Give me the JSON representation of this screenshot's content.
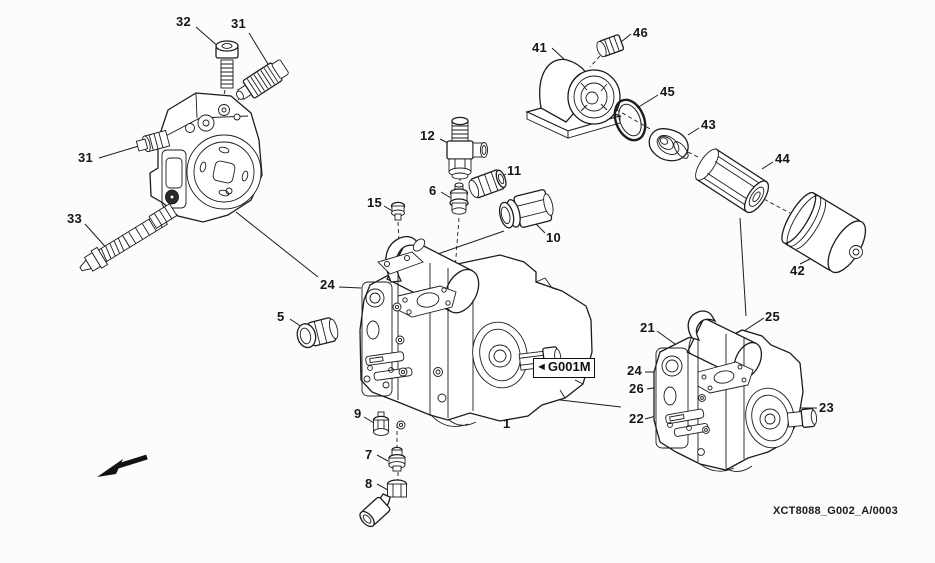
{
  "figure": {
    "view_tag": {
      "arrow": "◄",
      "label": "G001M"
    },
    "reference_code": "XCT8088_G002_A/0003",
    "callouts": [
      {
        "label": "32"
      },
      {
        "label": "31"
      },
      {
        "label": "41"
      },
      {
        "label": "46"
      },
      {
        "label": "45"
      },
      {
        "label": "43"
      },
      {
        "label": "12"
      },
      {
        "label": "44"
      },
      {
        "label": "31"
      },
      {
        "label": "11"
      },
      {
        "label": "6"
      },
      {
        "label": "15"
      },
      {
        "label": "33"
      },
      {
        "label": "10"
      },
      {
        "label": "42"
      },
      {
        "label": "24"
      },
      {
        "label": "5"
      },
      {
        "label": "21"
      },
      {
        "label": "25"
      },
      {
        "label": "24"
      },
      {
        "label": "26"
      },
      {
        "label": "9"
      },
      {
        "label": "22"
      },
      {
        "label": "23"
      },
      {
        "label": "1"
      },
      {
        "label": "7"
      },
      {
        "label": "8"
      }
    ]
  }
}
